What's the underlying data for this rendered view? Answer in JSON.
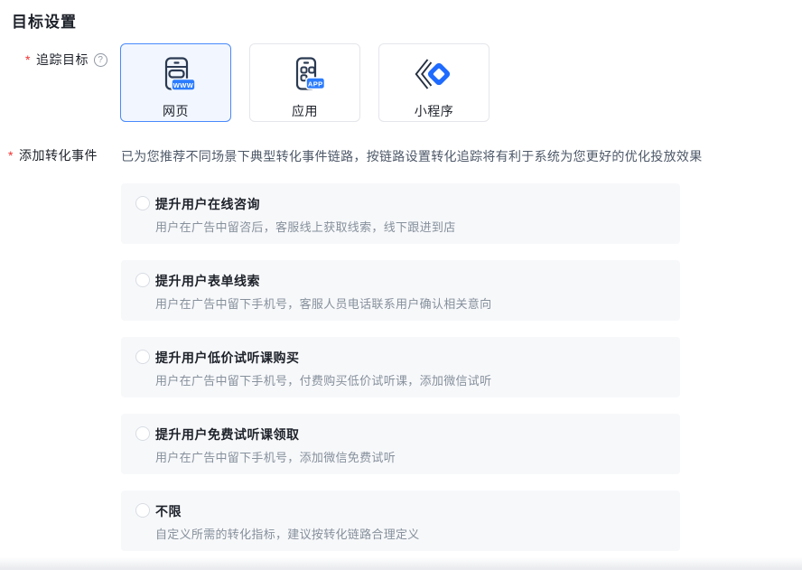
{
  "page": {
    "title": "目标设置"
  },
  "tracking": {
    "label": "追踪目标",
    "required_mark": "*",
    "help_icon": "?",
    "options": [
      {
        "label": "网页",
        "icon": "web-browser-icon",
        "badge": "WWW",
        "selected": true
      },
      {
        "label": "应用",
        "icon": "app-phone-icon",
        "badge": "APP",
        "selected": false
      },
      {
        "label": "小程序",
        "icon": "miniprogram-icon",
        "badge": "",
        "selected": false
      }
    ]
  },
  "conversion": {
    "label": "添加转化事件",
    "required_mark": "*",
    "intro": "已为您推荐不同场景下典型转化事件链路，按链路设置转化追踪将有利于系统为您更好的优化投放效果",
    "options": [
      {
        "title": "提升用户在线咨询",
        "description": "用户在广告中留咨后，客服线上获取线索，线下跟进到店",
        "selected": false
      },
      {
        "title": "提升用户表单线索",
        "description": "用户在广告中留下手机号，客服人员电话联系用户确认相关意向",
        "selected": false
      },
      {
        "title": "提升用户低价试听课购买",
        "description": "用户在广告中留下手机号，付费购买低价试听课，添加微信试听",
        "selected": false
      },
      {
        "title": "提升用户免费试听课领取",
        "description": "用户在广告中留下手机号，添加微信免费试听",
        "selected": false
      },
      {
        "title": "不限",
        "description": "自定义所需的转化指标，建议按转化链路合理定义",
        "selected": false
      }
    ]
  },
  "colors": {
    "accent_blue": "#2b7cff",
    "selected_card_border": "#4989fc",
    "selected_card_bg": "#f2f7ff",
    "card_border": "#e5e6eb",
    "option_card_bg": "#f7f8fa",
    "required_red": "#f23030",
    "icon_stroke": "#2b3a52",
    "desc_gray": "#86909c"
  }
}
